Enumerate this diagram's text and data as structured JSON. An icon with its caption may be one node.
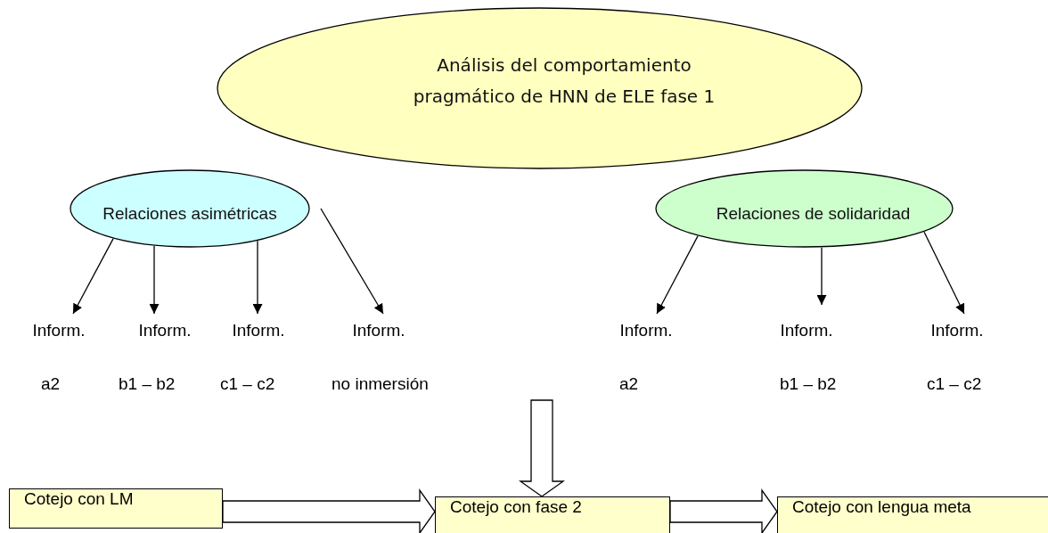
{
  "diagram": {
    "nodes": [
      {
        "text": [
          "Análisis del comportamiento pragmático de HNN de ELE fase 1"
        ]
      },
      {
        "text": [
          "Relaciones asimétricas"
        ]
      },
      {
        "text": [
          "Relaciones de solidaridad"
        ]
      },
      {
        "text": [
          "Inform."
        ],
        "beside": [
          "a2"
        ]
      },
      {
        "text": [
          "Inform."
        ],
        "beside": [
          "b1 – b2"
        ]
      },
      {
        "text": [
          "Inform."
        ],
        "beside": [
          "c1 – c2"
        ]
      },
      {
        "text": [
          "Inform."
        ],
        "beside": [
          "no inmersión"
        ]
      },
      {
        "text": [
          "Inform."
        ],
        "beside": [
          "a2"
        ]
      },
      {
        "text": [
          "Inform."
        ],
        "beside": [
          "b1 – b2"
        ]
      },
      {
        "text": [
          "Inform."
        ],
        "beside": [
          "c1 – c2"
        ]
      },
      {
        "text": [
          "Cotejo con LM"
        ]
      },
      {
        "text": [
          "Cotejo con fase 2"
        ]
      },
      {
        "text": [
          "Cotejo con lengua meta"
        ]
      }
    ],
    "edges": [
      {
        "from": 1,
        "to": 3,
        "arrow": "to"
      },
      {
        "from": 1,
        "to": 4,
        "arrow": "to"
      },
      {
        "from": 1,
        "to": 5,
        "arrow": "to"
      },
      {
        "from": 1,
        "to": 6,
        "arrow": "to"
      },
      {
        "from": 2,
        "to": 7,
        "arrow": "to"
      },
      {
        "from": 2,
        "to": 8,
        "arrow": "to"
      },
      {
        "from": 2,
        "to": 9,
        "arrow": "to"
      },
      {
        "from": null,
        "to": 11,
        "arrow": "to",
        "style": "thick"
      },
      {
        "from": 10,
        "to": 11,
        "arrow": "to",
        "style": "thick"
      },
      {
        "from": 11,
        "to": 12,
        "arrow": "to",
        "style": "thick"
      }
    ]
  }
}
